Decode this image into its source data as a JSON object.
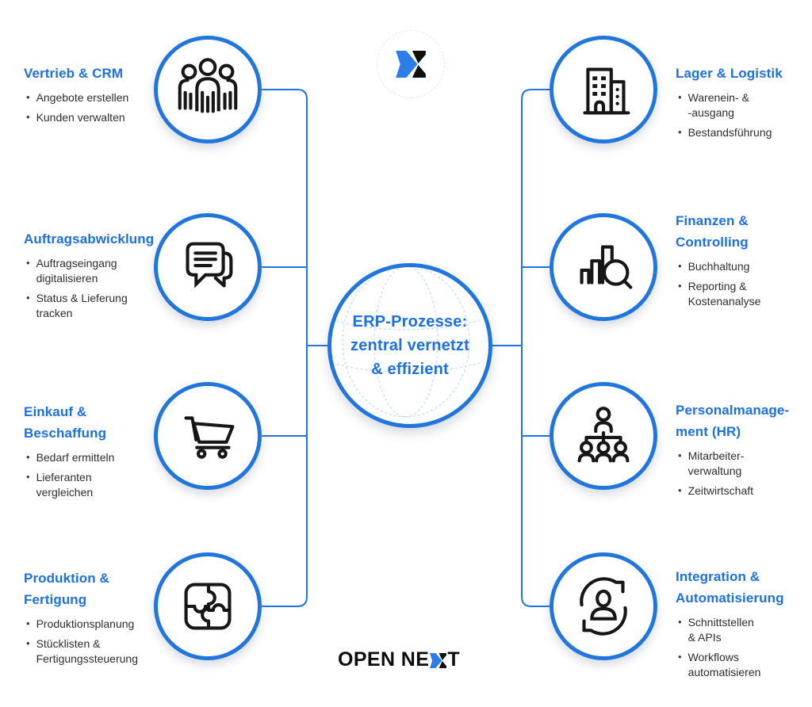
{
  "colors": {
    "accent_blue": "#2173e1",
    "heading_blue": "#1d6fe4",
    "icon_stroke": "#161616",
    "body_text": "#2e2e2e",
    "globe_grid": "#c2dbf8",
    "logo_black": "#101010",
    "background": "#ffffff"
  },
  "center": {
    "title": "ERP-Prozesse:\nzentral vernetzt\n& effizient",
    "icon": "globe-grid-icon"
  },
  "brand": {
    "top_badge_icon": "open-next-x-icon",
    "wordmark_part1": "OPEN NE",
    "wordmark_x_icon": "x-chevron-icon",
    "wordmark_part2": "T"
  },
  "nodes": [
    {
      "id": "vertrieb-crm",
      "side": "left",
      "icon": "team-icon",
      "title": "Vertrieb & CRM",
      "bullets": [
        "Angebote erstellen",
        "Kunden verwalten"
      ]
    },
    {
      "id": "auftragsabwicklung",
      "side": "left",
      "icon": "chat-icon",
      "title": "Auftragsabwicklung",
      "bullets": [
        "Auftragseingang\ndigitalisieren",
        "Status & Lieferung\ntracken"
      ]
    },
    {
      "id": "einkauf-beschaffung",
      "side": "left",
      "icon": "cart-icon",
      "title": "Einkauf &\nBeschaffung",
      "bullets": [
        "Bedarf ermitteln",
        "Lieferanten\nvergleichen"
      ]
    },
    {
      "id": "produktion-fertigung",
      "side": "left",
      "icon": "puzzle-icon",
      "title": "Produktion &\nFertigung",
      "bullets": [
        "Produktionsplanung",
        "Stücklisten &\nFertigungssteuerung"
      ]
    },
    {
      "id": "lager-logistik",
      "side": "right",
      "icon": "warehouse-icon",
      "title": "Lager & Logistik",
      "bullets": [
        "Warenein- &\n-ausgang",
        "Bestandsführung"
      ]
    },
    {
      "id": "finanzen-controlling",
      "side": "right",
      "icon": "finance-chart-icon",
      "title": "Finanzen &\nControlling",
      "bullets": [
        "Buchhaltung",
        "Reporting &\nKostenanalyse"
      ]
    },
    {
      "id": "personalmanagement-hr",
      "side": "right",
      "icon": "orgchart-icon",
      "title": "Personalmanage-\nment (HR)",
      "bullets": [
        "Mitarbeiter-\nverwaltung",
        "Zeitwirtschaft"
      ]
    },
    {
      "id": "integration-automatisierung",
      "side": "right",
      "icon": "sync-user-icon",
      "title": "Integration &\nAutomatisierung",
      "bullets": [
        "Schnittstellen\n& APIs",
        "Workflows\nautomatisieren"
      ]
    }
  ]
}
